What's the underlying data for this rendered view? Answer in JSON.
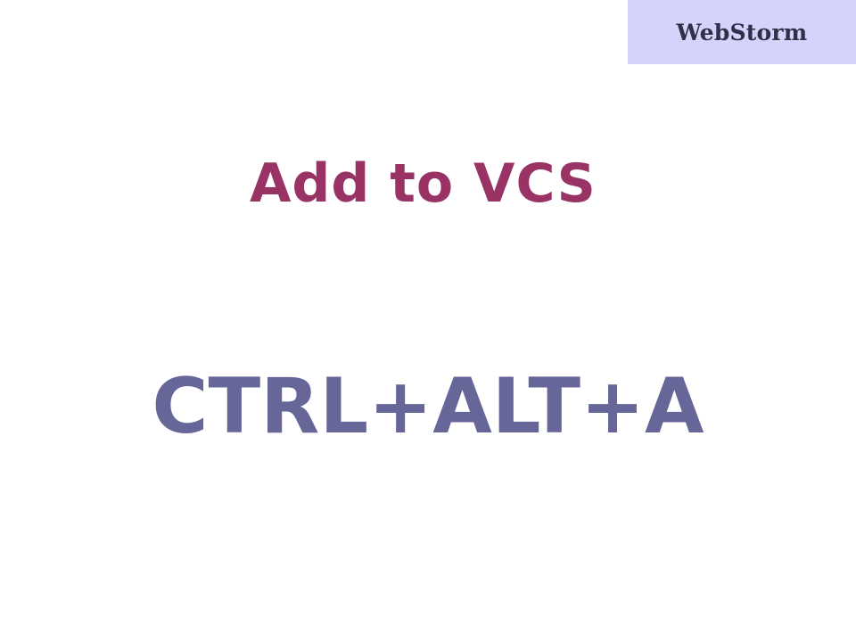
{
  "badge": {
    "label": "WebStorm",
    "background": "#d3d3fb",
    "text_color": "#303048"
  },
  "slide": {
    "title": "Add to VCS",
    "title_color": "#993366",
    "shortcut": "CTRL+ALT+A",
    "shortcut_color": "#666699"
  }
}
